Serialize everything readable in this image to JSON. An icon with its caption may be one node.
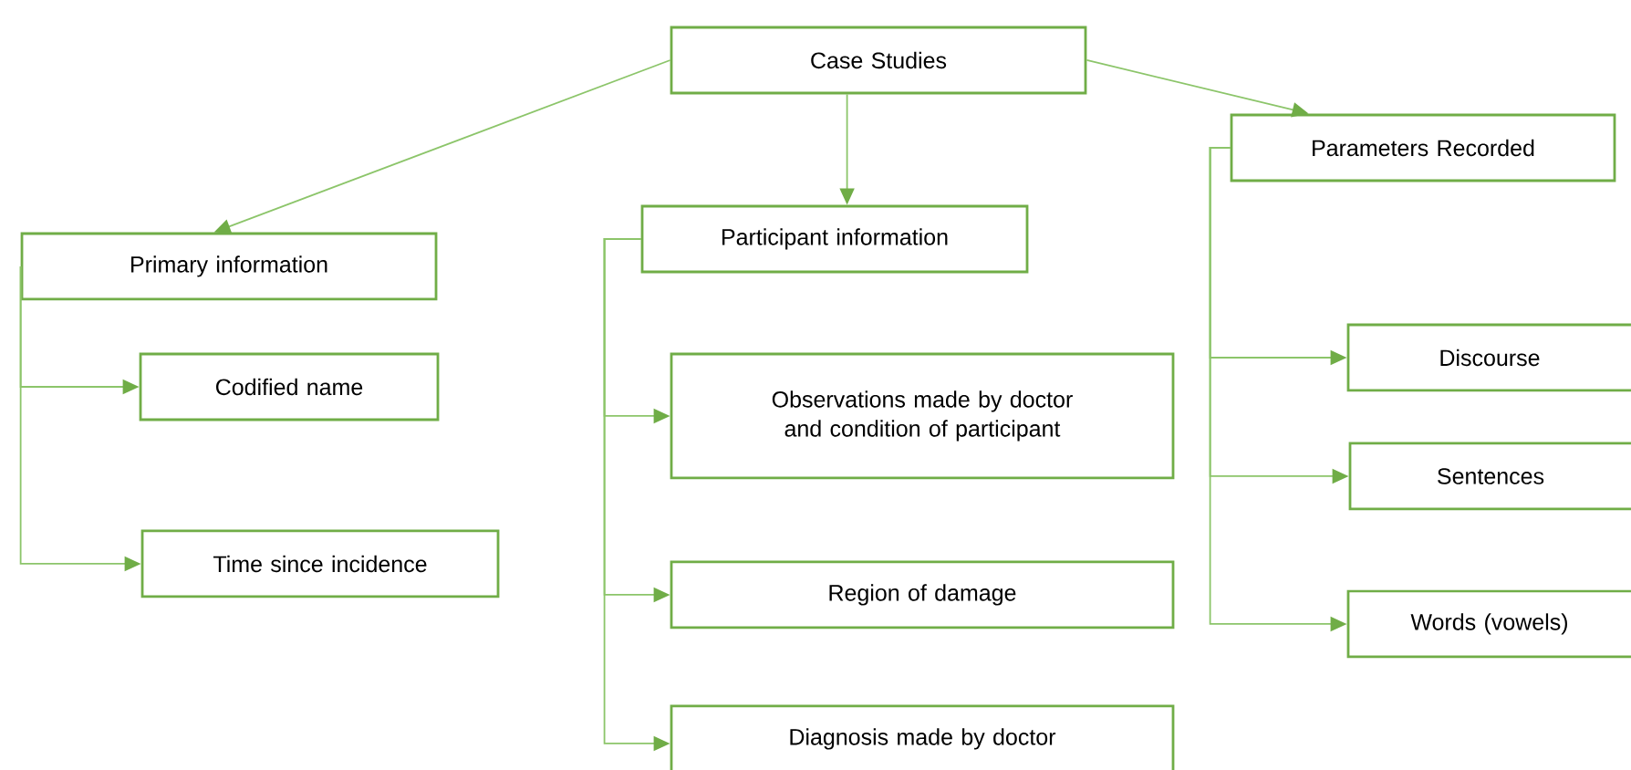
{
  "diagram": {
    "nodes": [
      {
        "text": [
          "Case Studies"
        ]
      },
      {
        "text": [
          "Primary information"
        ]
      },
      {
        "text": [
          "Codified name"
        ]
      },
      {
        "text": [
          "Time since incidence"
        ]
      },
      {
        "text": [
          "Participant information"
        ]
      },
      {
        "text": [
          "Observations made by doctor and condition of participant"
        ]
      },
      {
        "text": [
          "Region of damage"
        ]
      },
      {
        "text": [
          "Diagnosis made by doctor"
        ]
      },
      {
        "text": [
          "Parameters Recorded"
        ]
      },
      {
        "text": [
          "Discourse"
        ]
      },
      {
        "text": [
          "Sentences"
        ]
      },
      {
        "text": [
          "Words (vowels)"
        ]
      }
    ],
    "edges": [
      {
        "from": 0,
        "to": 1,
        "arrow": "to"
      },
      {
        "from": 0,
        "to": 4,
        "arrow": "to"
      },
      {
        "from": 0,
        "to": 8,
        "arrow": "to"
      },
      {
        "from": 1,
        "to": 2,
        "arrow": "to"
      },
      {
        "from": 1,
        "to": 3,
        "arrow": "to"
      },
      {
        "from": 4,
        "to": 5,
        "arrow": "to"
      },
      {
        "from": 4,
        "to": 6,
        "arrow": "to"
      },
      {
        "from": 4,
        "to": 7,
        "arrow": "to"
      },
      {
        "from": 8,
        "to": 9,
        "arrow": "to"
      },
      {
        "from": 8,
        "to": 10,
        "arrow": "to"
      },
      {
        "from": 8,
        "to": 11,
        "arrow": "to"
      }
    ]
  }
}
